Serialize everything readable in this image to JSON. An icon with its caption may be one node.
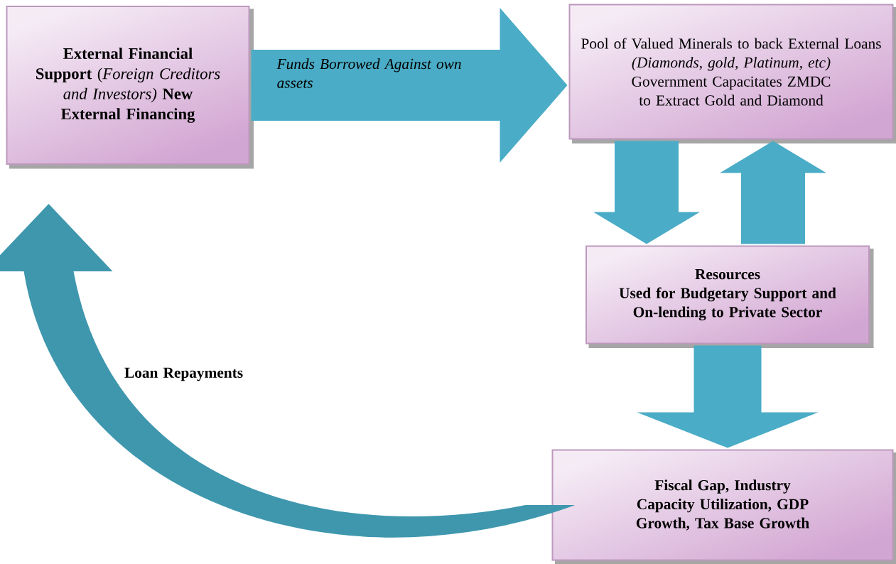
{
  "diagram": {
    "nodes": [
      {
        "text": [
          "**External Financial Support** (*Foreign Creditors and Investors)* **New External Financing**"
        ]
      },
      {
        "text": [
          "Pool of Valued Minerals to back External Loans",
          "(Diamonds, gold, Platinum, etc)",
          "Government Capacitates ZMDC to Extract Gold and Diamond"
        ]
      },
      {
        "text": [
          "Resources",
          "Used for Budgetary Support and On-lending to Private Sector"
        ]
      },
      {
        "text": [
          "Fiscal Gap, Industry Capacity Utilization, GDP Growth, Tax Base Growth"
        ]
      }
    ],
    "edges": [
      {
        "from": 0,
        "to": 1,
        "arrow": "to",
        "label": "Funds Borrowed Against own assets"
      },
      {
        "from": 1,
        "to": 2,
        "arrow": "to"
      },
      {
        "from": 2,
        "to": 1,
        "arrow": "to"
      },
      {
        "from": 2,
        "to": 3,
        "arrow": "to"
      },
      {
        "from": 3,
        "to": 0,
        "arrow": "to",
        "label": "Loan Repayments"
      }
    ]
  }
}
